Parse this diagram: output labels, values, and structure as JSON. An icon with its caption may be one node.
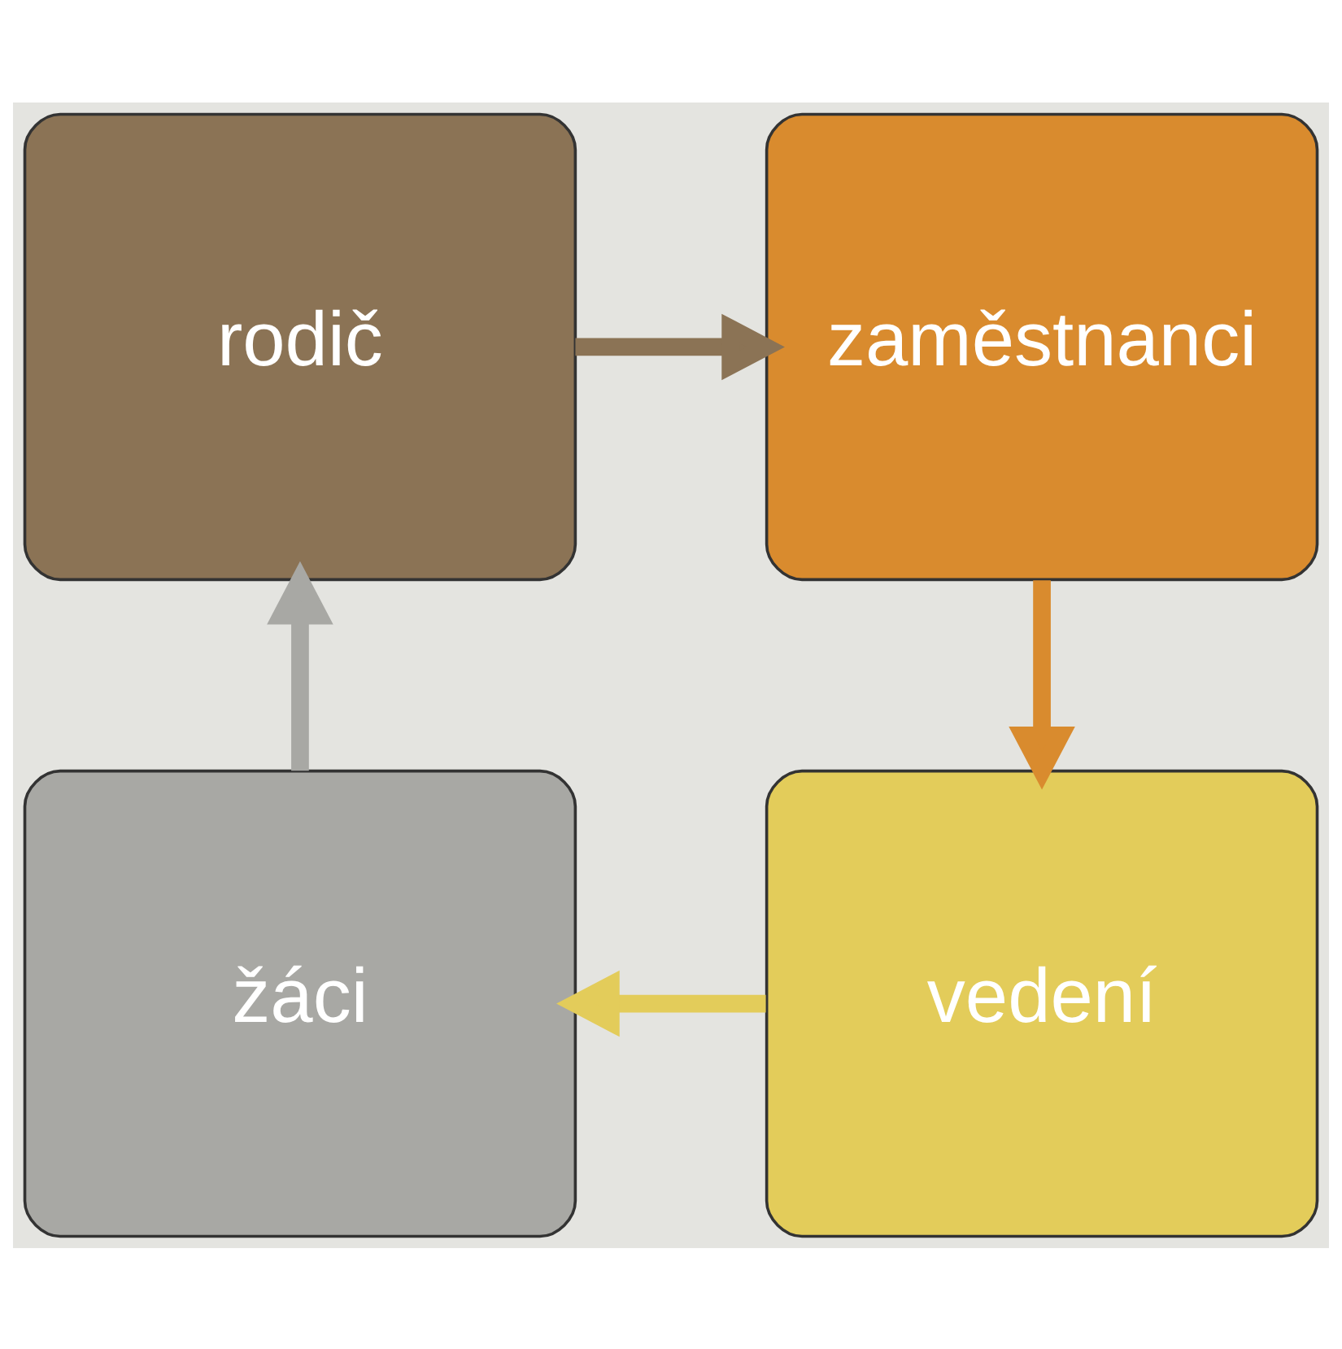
{
  "diagram": {
    "nodes": [
      {
        "text": [
          "rodič"
        ]
      },
      {
        "text": [
          "zaměstnanci"
        ]
      },
      {
        "text": [
          "žáci"
        ]
      },
      {
        "text": [
          "vedení"
        ]
      }
    ],
    "edges": [
      {
        "from": 0,
        "to": 1,
        "arrow": "to",
        "color": "#8b7355"
      },
      {
        "from": 1,
        "to": 3,
        "arrow": "to",
        "color": "#d98b2e"
      },
      {
        "from": 3,
        "to": 2,
        "arrow": "to",
        "color": "#e3cc5a"
      },
      {
        "from": 2,
        "to": 0,
        "arrow": "to",
        "color": "#a8a8a4"
      }
    ]
  }
}
